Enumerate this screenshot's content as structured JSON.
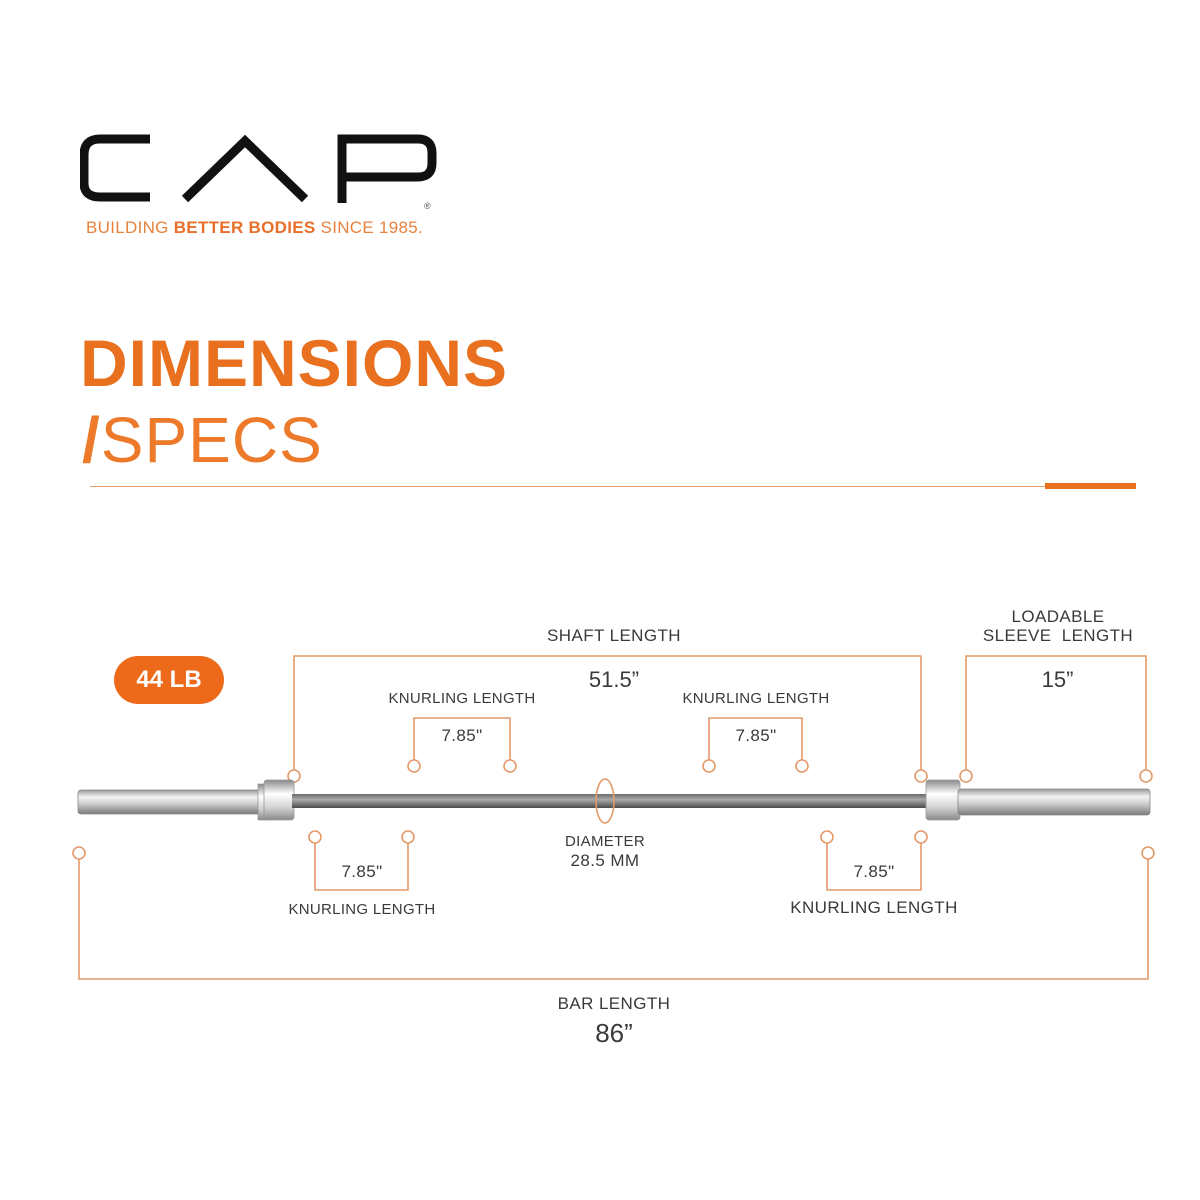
{
  "brand": {
    "name": "CAP",
    "tagline_pre": "BUILDING ",
    "tagline_bold": "BETTER BODIES",
    "tagline_post": " SINCE 1985.",
    "registered_mark": "®"
  },
  "heading": {
    "title": "DIMENSIONS",
    "slash": "/",
    "subtitle": "SPECS"
  },
  "weight_badge": "44 LB",
  "specs": {
    "shaft": {
      "label": "SHAFT LENGTH",
      "value": "51.5”"
    },
    "sleeve": {
      "label_line1": "LOADABLE",
      "label_line2": "SLEEVE  LENGTH",
      "value": "15”"
    },
    "knurl_top_left": {
      "label": "KNURLING LENGTH",
      "value": "7.85\""
    },
    "knurl_top_right": {
      "label": "KNURLING LENGTH",
      "value": "7.85\""
    },
    "knurl_bottom_left": {
      "label": "KNURLING LENGTH",
      "value": "7.85\""
    },
    "knurl_bottom_right": {
      "label": "KNURLING LENGTH",
      "value": "7.85\""
    },
    "diameter": {
      "label": "DIAMETER",
      "value": "28.5 MM"
    },
    "bar": {
      "label": "BAR LENGTH",
      "value": "86”"
    }
  },
  "colors": {
    "accent": "#e8701f",
    "line": "#e39a6a",
    "text": "#3a3a3a"
  }
}
